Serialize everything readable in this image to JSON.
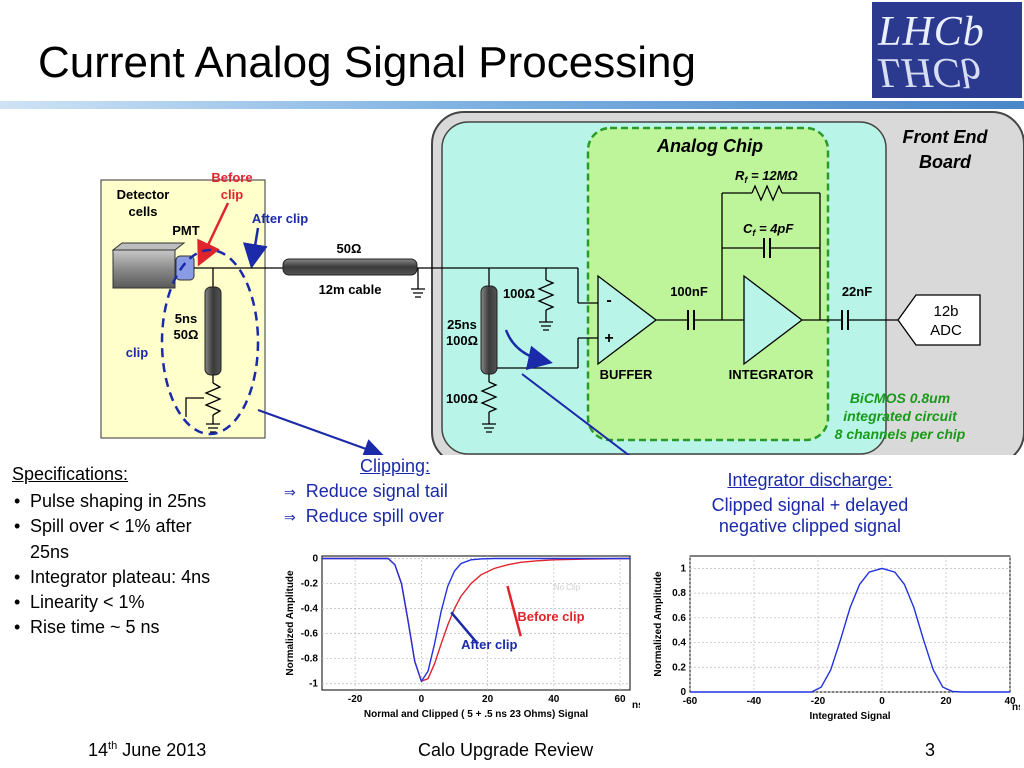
{
  "slide": {
    "title": "Current Analog Signal Processing",
    "logo_text": "LHCb"
  },
  "diagram": {
    "front_end_board": [
      "Front End",
      "Board"
    ],
    "analog_chip": "Analog Chip",
    "detector_cells": [
      "Detector",
      "cells"
    ],
    "pmt": "PMT",
    "before_clip_top": [
      "Before",
      "clip"
    ],
    "after_clip_top": "After clip",
    "cable_res": "50Ω",
    "cable_len": "12m cable",
    "clip_stub": [
      "5ns",
      "50Ω"
    ],
    "clip": "clip",
    "res_100_top": "100Ω",
    "delay_line": [
      "25ns",
      "100Ω"
    ],
    "res_100_bottom": "100Ω",
    "rf_label": "R",
    "rf_sub": "f",
    "rf_value": " = 12MΩ",
    "cf_label": "C",
    "cf_sub": "f",
    "cf_value": " = 4pF",
    "cap_100nf": "100nF",
    "cap_22nf": "22nF",
    "minus": "-",
    "plus": "+",
    "buffer": "BUFFER",
    "integrator": "INTEGRATOR",
    "adc": [
      "12b",
      "ADC"
    ],
    "bicmos": [
      "BiCMOS 0.8um",
      "integrated circuit",
      "8 channels per chip"
    ]
  },
  "specs": {
    "heading": "Specifications:",
    "items": [
      [
        "Pulse shaping in 25ns"
      ],
      [
        "Spill over < 1% after",
        "25ns"
      ],
      [
        "Integrator plateau: 4ns"
      ],
      [
        "Linearity <  1%"
      ],
      [
        "Rise time ~ 5 ns"
      ]
    ]
  },
  "clipping": {
    "heading": "Clipping:",
    "arrow": "⇒",
    "items": [
      "Reduce signal tail",
      "Reduce spill over"
    ]
  },
  "integrator_discharge": {
    "heading": "Integrator discharge:",
    "lines": [
      "Clipped signal + delayed",
      "negative clipped signal"
    ]
  },
  "chart_data": [
    {
      "type": "line",
      "xlabel": "Normal and Clipped ( 5 + .5 ns  23 Ohms) Signal",
      "ylabel": "Normalized Amplitude",
      "x_unit": "ns",
      "xlim": [
        -30,
        63
      ],
      "ylim": [
        -1.05,
        0.02
      ],
      "x_ticks": [
        -20,
        0,
        20,
        40,
        60
      ],
      "y_ticks": [
        0,
        -0.2,
        -0.4,
        -0.6,
        -0.8,
        -1
      ],
      "grid": true,
      "watermark": "No Clip",
      "annotations": [
        "Before clip",
        "After clip"
      ],
      "series": [
        {
          "name": "Before clip",
          "color": "#e0242c",
          "x": [
            -30,
            -10,
            -8,
            -6,
            -4,
            -2,
            0,
            2,
            4,
            6,
            8,
            10,
            12,
            15,
            18,
            22,
            26,
            30,
            35,
            40,
            50,
            63
          ],
          "y": [
            0,
            0,
            -0.05,
            -0.2,
            -0.5,
            -0.82,
            -0.98,
            -0.96,
            -0.84,
            -0.68,
            -0.53,
            -0.4,
            -0.3,
            -0.2,
            -0.13,
            -0.08,
            -0.05,
            -0.03,
            -0.018,
            -0.01,
            -0.004,
            0
          ]
        },
        {
          "name": "After clip",
          "color": "#2233dd",
          "x": [
            -30,
            -10,
            -8,
            -6,
            -4,
            -2,
            0,
            2,
            4,
            6,
            8,
            10,
            12,
            15,
            18,
            22,
            26,
            30,
            40,
            63
          ],
          "y": [
            0,
            0,
            -0.05,
            -0.2,
            -0.5,
            -0.82,
            -0.98,
            -0.9,
            -0.68,
            -0.42,
            -0.22,
            -0.1,
            -0.04,
            -0.01,
            -0.003,
            0,
            0,
            0,
            0,
            0
          ]
        }
      ]
    },
    {
      "type": "line",
      "xlabel": "Integrated Signal",
      "ylabel": "Normalized Amplitude",
      "x_unit": "ns",
      "xlim": [
        -60,
        40
      ],
      "ylim": [
        0,
        1.1
      ],
      "x_ticks": [
        -60,
        -40,
        -20,
        0,
        20,
        40
      ],
      "y_ticks": [
        0,
        0.2,
        0.4,
        0.6,
        0.8,
        1
      ],
      "grid": true,
      "series": [
        {
          "name": "",
          "color": "#2233dd",
          "x": [
            -60,
            -22,
            -19,
            -16,
            -13,
            -10,
            -7,
            -4,
            0,
            4,
            7,
            10,
            13,
            16,
            19,
            22,
            25,
            40
          ],
          "y": [
            0,
            0,
            0.04,
            0.18,
            0.42,
            0.68,
            0.87,
            0.97,
            1.0,
            0.97,
            0.87,
            0.68,
            0.42,
            0.18,
            0.04,
            0.005,
            0,
            0
          ]
        }
      ]
    }
  ],
  "footer": {
    "date_day": "14",
    "date_sup": "th",
    "date_rest": " June 2013",
    "title": "Calo Upgrade Review",
    "page": "3"
  }
}
